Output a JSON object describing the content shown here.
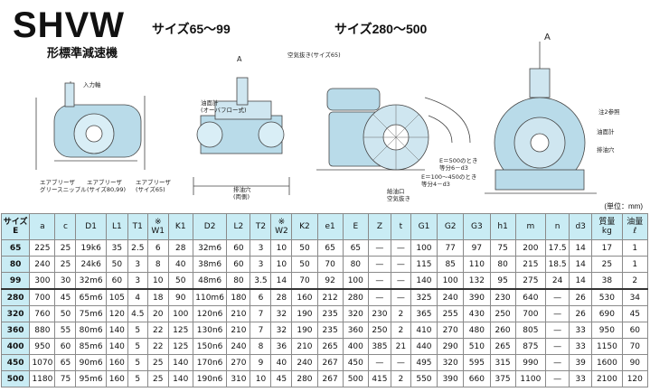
{
  "header": {
    "model": "SHVW",
    "subtitle": "形標準減速機",
    "size_a": "サイズ65～99",
    "size_b": "サイズ280～500",
    "unit": "(単位：mm)"
  },
  "labels": {
    "input_shaft": "入力軸",
    "breather_hole": "空気抜き(サイズ65)",
    "oil_gauge": "油面計\n(オーバフロー式)",
    "grease_nipple": "エアブリーザ\nグリースニップル",
    "breather_1": "エアブリーザ\n(サイズ80,99)",
    "breather_2": "エアブリーザ\n(サイズ65)",
    "drain": "排油穴\n(両側)",
    "supply": "給油口\n空気抜き",
    "e_note_1": "E＝500のとき\n等分6－d3",
    "e_note_2": "E＝100～450のとき\n等分4－d3",
    "note2": "注2参照",
    "oil_gauge_b": "油面計",
    "drain_b": "排油穴",
    "arrow_a": "A"
  },
  "table": {
    "headers": [
      "サイズ\nE",
      "a",
      "c",
      "D1",
      "L1",
      "T1",
      "※\nW1",
      "K1",
      "D2",
      "L2",
      "T2",
      "※\nW2",
      "K2",
      "e1",
      "E",
      "Z",
      "t",
      "G1",
      "G2",
      "G3",
      "h1",
      "m",
      "n",
      "d3",
      "質量\nkg",
      "油量\nℓ"
    ],
    "rows": [
      [
        "65",
        "225",
        "25",
        "19k6",
        "35",
        "2.5",
        "6",
        "28",
        "32m6",
        "60",
        "3",
        "10",
        "50",
        "65",
        "65",
        "—",
        "—",
        "100",
        "77",
        "97",
        "75",
        "200",
        "17.5",
        "14",
        "17",
        "1"
      ],
      [
        "80",
        "240",
        "25",
        "24k6",
        "50",
        "3",
        "8",
        "40",
        "38m6",
        "60",
        "3",
        "10",
        "50",
        "70",
        "80",
        "—",
        "—",
        "115",
        "85",
        "110",
        "80",
        "215",
        "18.5",
        "14",
        "25",
        "1"
      ],
      [
        "99",
        "300",
        "30",
        "32m6",
        "60",
        "3",
        "10",
        "50",
        "48m6",
        "80",
        "3.5",
        "14",
        "70",
        "92",
        "100",
        "—",
        "—",
        "140",
        "100",
        "132",
        "95",
        "275",
        "24",
        "14",
        "38",
        "2"
      ],
      [
        "280",
        "700",
        "45",
        "65m6",
        "105",
        "4",
        "18",
        "90",
        "110m6",
        "180",
        "6",
        "28",
        "160",
        "212",
        "280",
        "—",
        "—",
        "325",
        "240",
        "390",
        "230",
        "640",
        "—",
        "26",
        "530",
        "34"
      ],
      [
        "320",
        "760",
        "50",
        "75m6",
        "120",
        "4.5",
        "20",
        "100",
        "120n6",
        "210",
        "7",
        "32",
        "190",
        "235",
        "320",
        "230",
        "2",
        "365",
        "255",
        "430",
        "250",
        "700",
        "—",
        "26",
        "690",
        "45"
      ],
      [
        "360",
        "880",
        "55",
        "80m6",
        "140",
        "5",
        "22",
        "125",
        "130n6",
        "210",
        "7",
        "32",
        "190",
        "235",
        "360",
        "250",
        "2",
        "410",
        "270",
        "480",
        "260",
        "805",
        "—",
        "33",
        "950",
        "60"
      ],
      [
        "400",
        "950",
        "60",
        "85m6",
        "140",
        "5",
        "22",
        "125",
        "150n6",
        "240",
        "8",
        "36",
        "210",
        "265",
        "400",
        "385",
        "21",
        "440",
        "290",
        "510",
        "265",
        "875",
        "—",
        "33",
        "1150",
        "70"
      ],
      [
        "450",
        "1070",
        "65",
        "90m6",
        "160",
        "5",
        "25",
        "140",
        "170n6",
        "270",
        "9",
        "40",
        "240",
        "267",
        "450",
        "—",
        "—",
        "495",
        "320",
        "595",
        "315",
        "990",
        "—",
        "39",
        "1600",
        "90"
      ],
      [
        "500",
        "1180",
        "75",
        "95m6",
        "160",
        "5",
        "25",
        "140",
        "190n6",
        "310",
        "10",
        "45",
        "280",
        "267",
        "500",
        "415",
        "2",
        "550",
        "390",
        "660",
        "375",
        "1100",
        "—",
        "33",
        "2100",
        "120"
      ]
    ]
  }
}
